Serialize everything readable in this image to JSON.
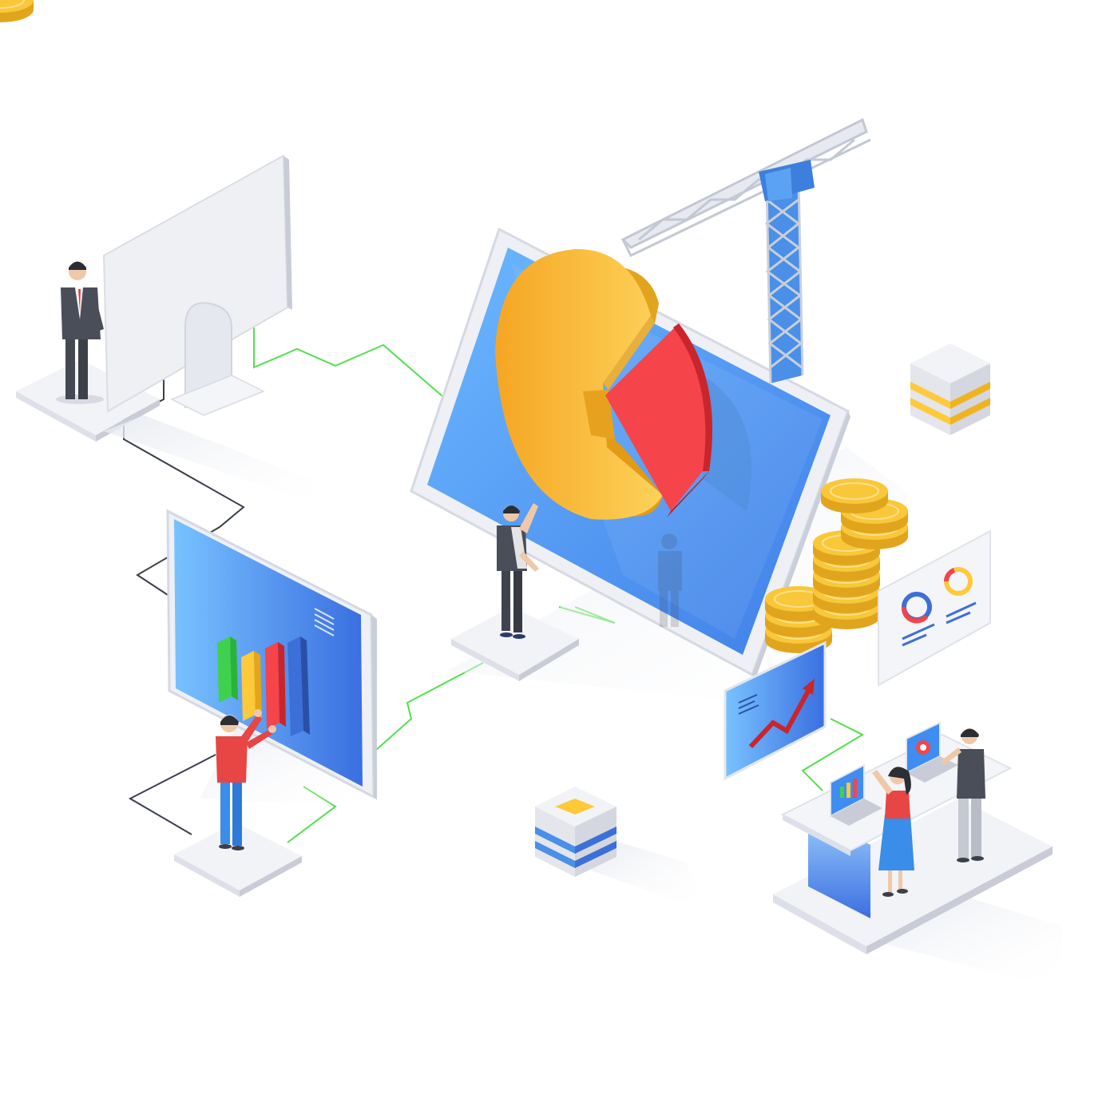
{
  "colors": {
    "background": "#ffffff",
    "screen_blue": "#3f8df0",
    "screen_blue_light": "#6cb8ff",
    "device_frame": "#eef0f5",
    "device_shadow": "#d5d9e3",
    "pie_yellow": "#f7b52b",
    "pie_yellow_dark": "#e39a16",
    "pie_red": "#f5444a",
    "pie_red_dark": "#c9252c",
    "coin": "#f9c73a",
    "coin_dark": "#e0a51d",
    "bar_green": "#3fd14d",
    "bar_yellow": "#ffc93a",
    "bar_red": "#f5444a",
    "bar_blue": "#3c6fd8",
    "connector_green": "#51e04c",
    "connector_dark": "#3a3f4b",
    "crane": "#c9cfda",
    "crane_blue": "#4a8fe8",
    "person_shirt_red": "#e84545",
    "person_suit": "#4a4e59",
    "person_skin": "#f0c8a8",
    "platform": "#f2f3f7"
  },
  "icons": [
    "desktop-monitor-back",
    "tablet-pie-chart",
    "tower-crane",
    "gold-coin-stack",
    "bar-chart-screen",
    "growth-arrow-screen",
    "donut-chart-card",
    "laptop-workstation-desk",
    "server-cube-yellow",
    "server-cube-blue"
  ],
  "illustration": {
    "people": [
      "businessman-at-monitor",
      "man-pointing-at-tablet",
      "man-building-bar-chart",
      "woman-at-laptop",
      "man-at-laptop"
    ]
  }
}
